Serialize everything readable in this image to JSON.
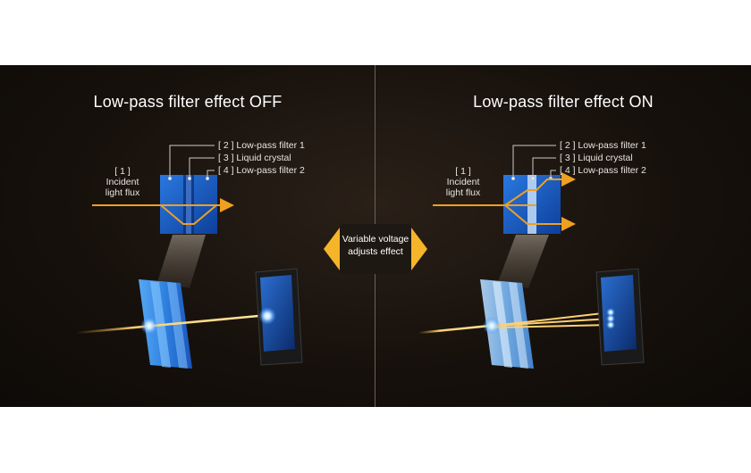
{
  "left": {
    "title": "Low-pass filter effect OFF",
    "incident_label": [
      "[ 1 ]",
      "Incident",
      "light flux"
    ],
    "labels": [
      "[ 2 ] Low-pass filter 1",
      "[ 3 ] Liquid crystal",
      "[ 4 ] Low-pass filter 2"
    ]
  },
  "right": {
    "title": "Low-pass filter effect ON",
    "incident_label": [
      "[ 1 ]",
      "Incident",
      "light flux"
    ],
    "labels": [
      "[ 2 ] Low-pass filter 1",
      "[ 3 ] Liquid crystal",
      "[ 4 ] Low-pass filter 2"
    ]
  },
  "center": {
    "lines": [
      "Variable voltage",
      "adjusts effect"
    ]
  },
  "colors": {
    "background": "#17110c",
    "arrow": "#f0a020",
    "filter_blue": "#1a5fc8",
    "divider": "#6a625a"
  }
}
